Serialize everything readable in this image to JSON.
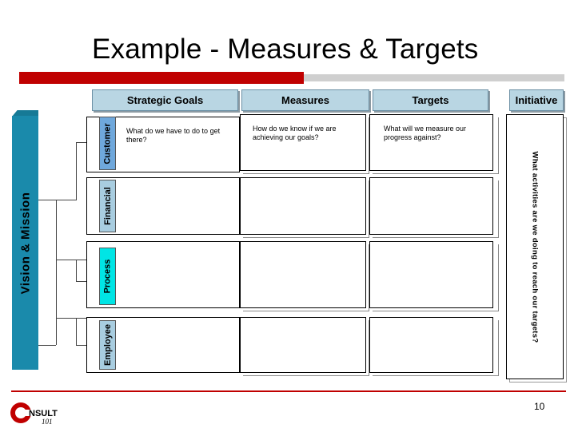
{
  "slide": {
    "title": "Example - Measures & Targets",
    "page_number": "10"
  },
  "headers": {
    "strategic_goals": "Strategic Goals",
    "measures": "Measures",
    "targets": "Targets",
    "initiative": "Initiative"
  },
  "side_label": "Vision & Mission",
  "perspectives": [
    "Customer",
    "Financial",
    "Process",
    "Employee"
  ],
  "prompts": {
    "goals": "What do we have to do to get there?",
    "measures": "How do we know if we are achieving our goals?",
    "targets": "What will we measure our progress against?",
    "initiative": "What activities are we doing to reach our targets?"
  },
  "logo": {
    "letter": "C",
    "word": "NSULT",
    "sub": "101"
  },
  "colors": {
    "accent_red": "#c00000",
    "header_blue": "#b9d6e3",
    "side_teal": "#1a8aab",
    "tab_customer": "#6fa8dc",
    "tab_financial": "#a8cde0",
    "tab_process": "#00e5e5",
    "tab_employee": "#a8cde0"
  }
}
